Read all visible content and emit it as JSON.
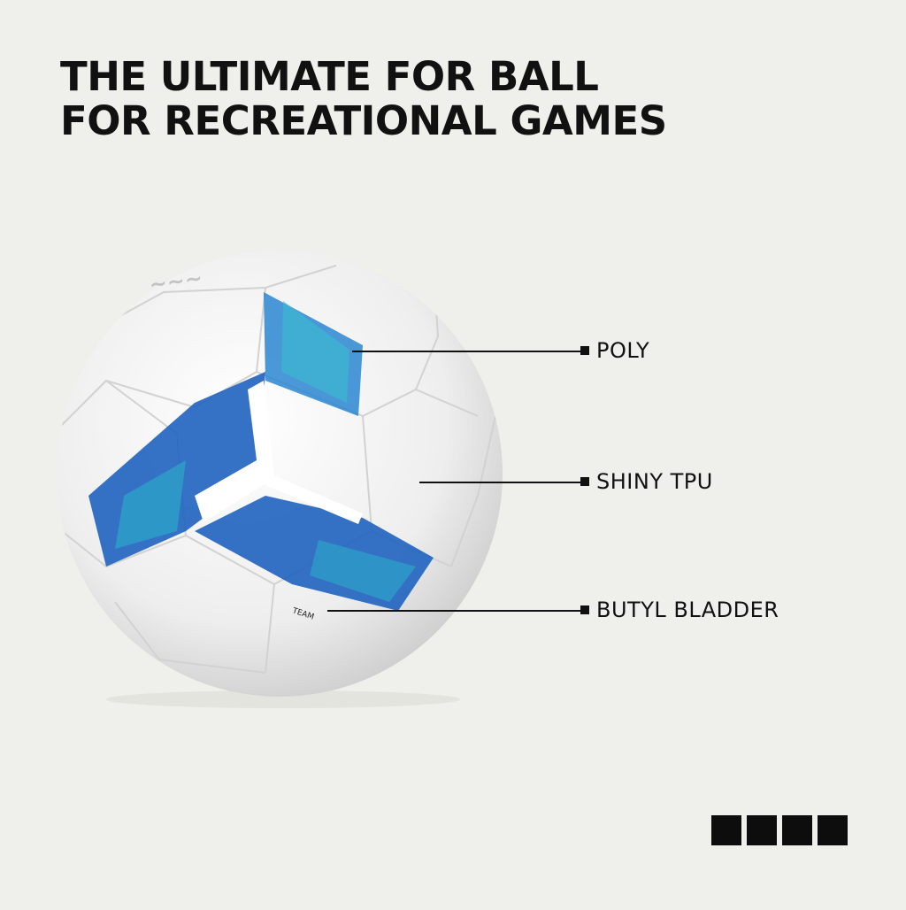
{
  "headline": {
    "line1": "THE ULTIMATE FOR BALL",
    "line2": "FOR RECREATIONAL GAMES"
  },
  "ball": {
    "print_team": "TEAM",
    "accent_blue": "#1f63c0",
    "accent_cyan": "#2ab0c8",
    "panel_color": "#ffffff"
  },
  "callouts": [
    {
      "label": "POLY"
    },
    {
      "label": "SHINY TPU"
    },
    {
      "label": "BUTYL BLADDER"
    }
  ],
  "decor": {
    "block_icon": "square-blocks"
  }
}
